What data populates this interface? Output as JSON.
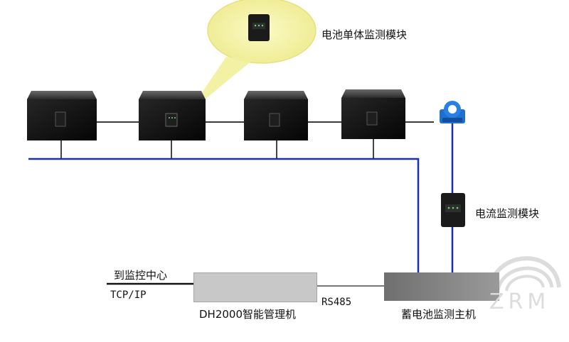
{
  "labels": {
    "cell_module": "电池单体监测模块",
    "current_module": "电流监测模块",
    "to_monitor_center": "到监控中心",
    "tcp_ip": "TCP/IP",
    "rs485": "RS485",
    "dh2000": "DH2000智能管理机",
    "host": "蓄电池监测主机"
  },
  "watermark": "ZRM",
  "colors": {
    "bus_blue": "#1a2fb4",
    "battery_black": "#151515",
    "highlight_yellow": "#f4f2a8",
    "dh2000_gray": "#c8c8c8",
    "host_gray": "#7f7f7f"
  }
}
